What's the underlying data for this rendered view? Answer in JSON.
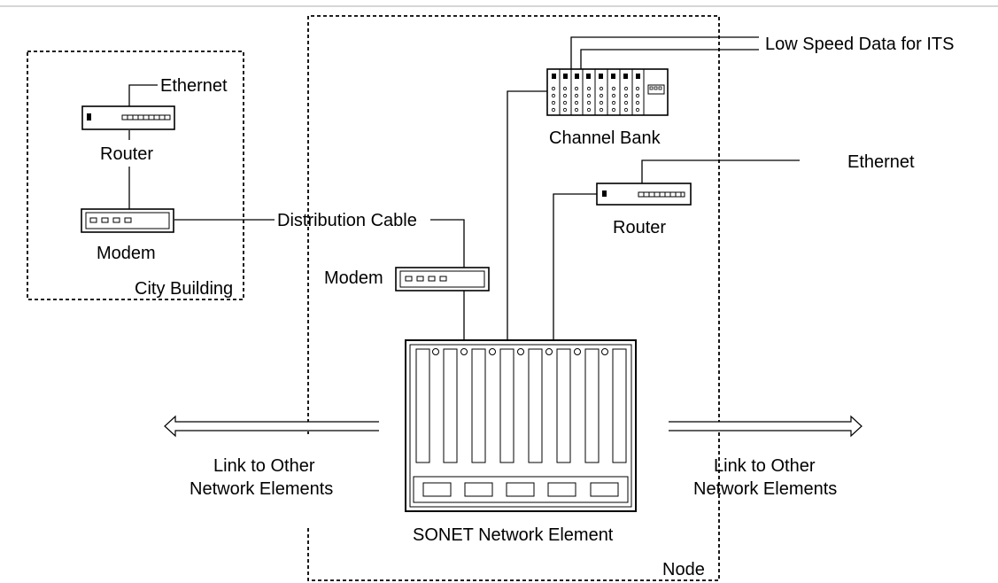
{
  "diagram": {
    "labels": {
      "low_speed": "Low Speed Data for ITS",
      "channel_bank": "Channel Bank",
      "ethernet_right": "Ethernet",
      "router_right": "Router",
      "ethernet_left": "Ethernet",
      "router_left": "Router",
      "modem_left": "Modem",
      "city_building": "City Building",
      "distribution_cable": "Distribution Cable",
      "modem_node": "Modem",
      "link_left_1": "Link to Other",
      "link_left_2": "Network Elements",
      "link_right_1": "Link to Other",
      "link_right_2": "Network Elements",
      "sonet": "SONET Network Element",
      "node": "Node"
    }
  }
}
